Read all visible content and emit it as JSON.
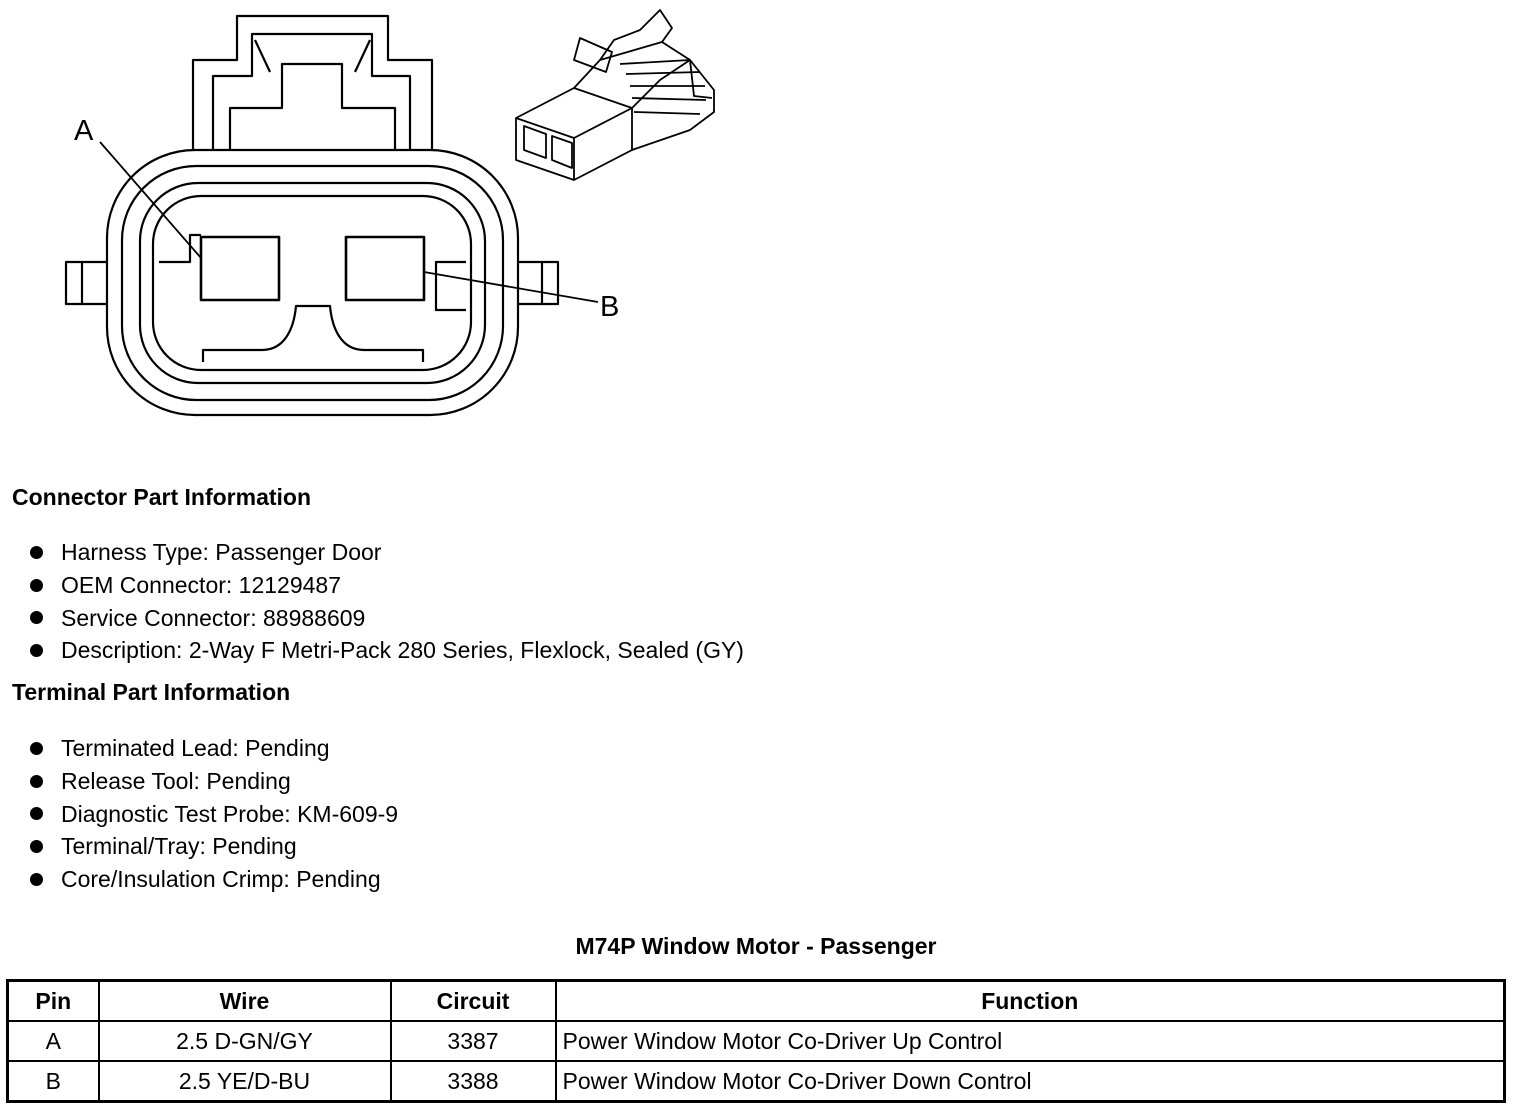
{
  "diagram": {
    "pin_label_a": "A",
    "pin_label_b": "B"
  },
  "connector_info": {
    "heading": "Connector Part Information",
    "items": [
      "Harness Type: Passenger Door",
      "OEM Connector: 12129487",
      "Service Connector: 88988609",
      "Description: 2-Way F Metri-Pack 280 Series, Flexlock, Sealed (GY)"
    ]
  },
  "terminal_info": {
    "heading": "Terminal Part Information",
    "items": [
      "Terminated Lead: Pending",
      "Release Tool: Pending",
      "Diagnostic Test Probe: KM-609-9",
      "Terminal/Tray: Pending",
      "Core/Insulation Crimp: Pending"
    ]
  },
  "pin_table": {
    "caption": "M74P Window Motor - Passenger",
    "headers": [
      "Pin",
      "Wire",
      "Circuit",
      "Function"
    ],
    "rows": [
      [
        "A",
        "2.5 D-GN/GY",
        "3387",
        "Power Window Motor Co-Driver Up Control"
      ],
      [
        "B",
        "2.5 YE/D-BU",
        "3388",
        "Power Window Motor Co-Driver Down Control"
      ]
    ]
  }
}
